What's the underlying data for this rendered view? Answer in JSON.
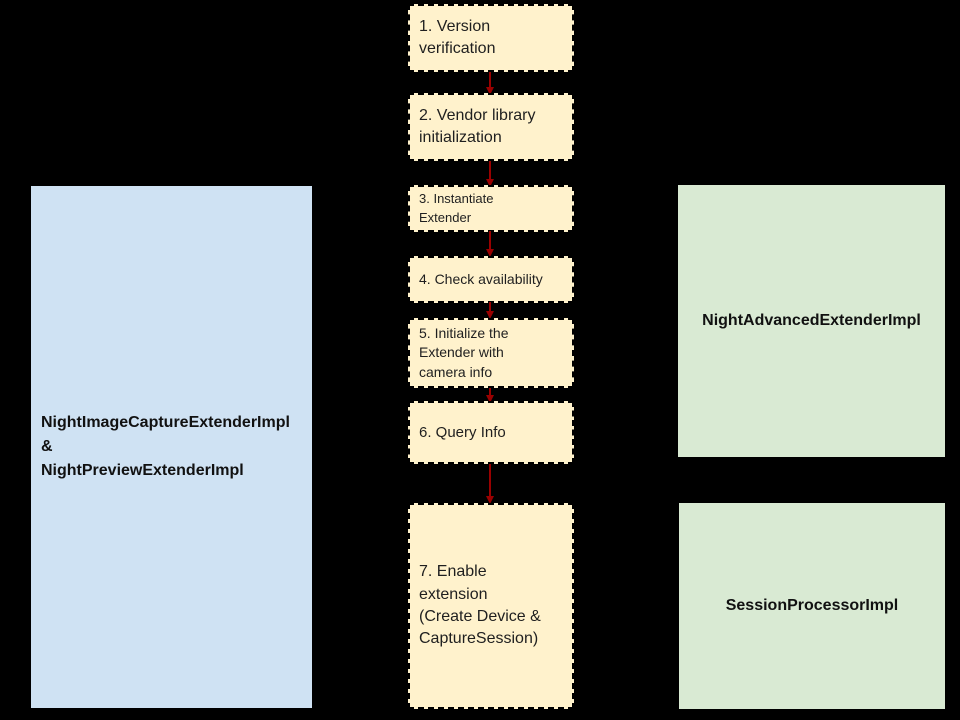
{
  "diagram": {
    "background_color": "#000000",
    "left_panel": {
      "label": "NightImageCaptureExtenderImpl\n&\nNightPreviewExtenderImpl",
      "fill_color": "#cfe2f3"
    },
    "flow": {
      "fill_color": "#fff2cc",
      "border_style": "dashed-black",
      "arrow_color": "#990000",
      "steps": [
        {
          "label": "1. Version\nverification"
        },
        {
          "label": "2. Vendor library\ninitialization"
        },
        {
          "label": "3. Instantiate\nExtender"
        },
        {
          "label": "4. Check availability"
        },
        {
          "label": "5. Initialize the\nExtender with\ncamera info"
        },
        {
          "label": "6. Query Info"
        },
        {
          "label": "7. Enable\nextension\n(Create Device &\nCaptureSession)"
        }
      ]
    },
    "right_panels": [
      {
        "label": "NightAdvancedExtenderImpl",
        "fill_color": "#d9ead3"
      },
      {
        "label": "SessionProcessorImpl",
        "fill_color": "#d9ead3"
      }
    ]
  }
}
